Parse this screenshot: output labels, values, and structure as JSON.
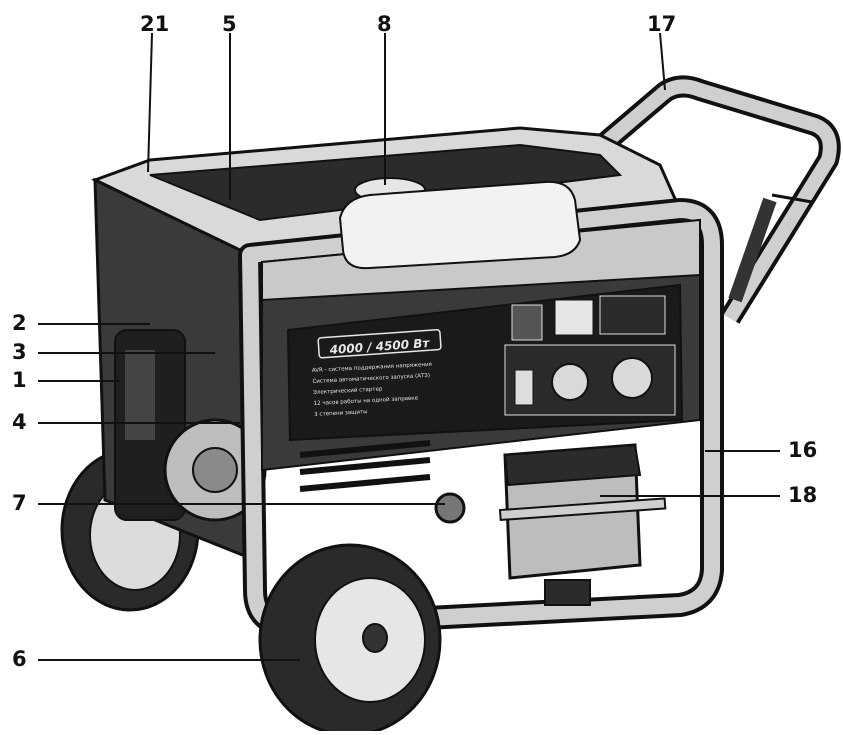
{
  "callouts": {
    "c21": "21",
    "c5": "5",
    "c8": "8",
    "c17": "17",
    "c2": "2",
    "c3": "3",
    "c1": "1",
    "c4": "4",
    "c16": "16",
    "c7": "7",
    "c18": "18",
    "c6": "6"
  },
  "panel": {
    "model": "4000 / 4500 Вт",
    "features": [
      "AVR - система поддержания напряжения",
      "Система автоматического запуска (АТЗ)",
      "Электрический стартер",
      "12 часов работы на одной заправке",
      "3 степени защиты"
    ]
  },
  "colors": {
    "frame": "#cfcfcf",
    "body": "#2b2b2b",
    "panel": "#1a1a1a",
    "outline": "#111111",
    "light": "#e6e6e6"
  }
}
